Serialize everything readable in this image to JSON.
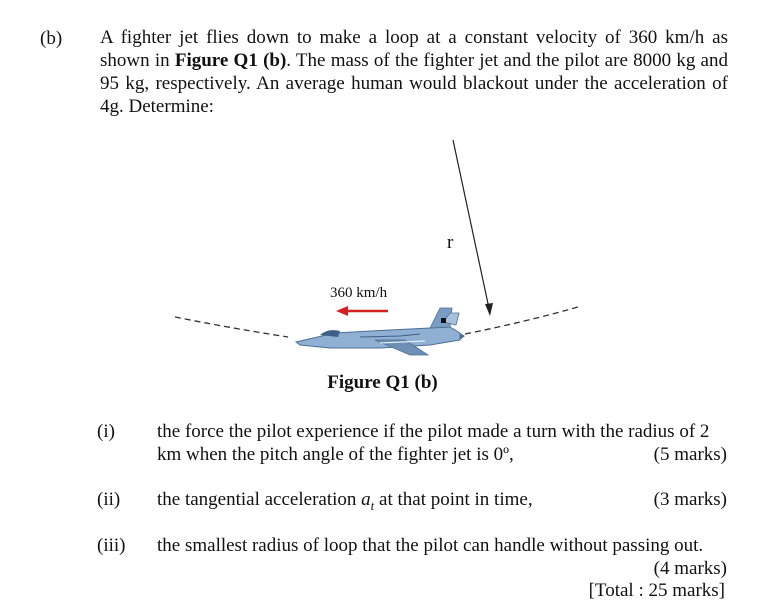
{
  "question": {
    "label": "(b)",
    "intro_part1": "A fighter jet flies down to make a loop at a constant velocity of 360 km/h as shown in ",
    "intro_figref": "Figure Q1 (b)",
    "intro_part2": ". The mass of the fighter jet and the pilot are 8000 kg and 95 kg, respectively. An average human would blackout under the acceleration of 4g. Determine:"
  },
  "figure": {
    "radius_label": "r",
    "velocity_label": "360 km/h",
    "caption": "Figure Q1 (b)",
    "arrow_color": "#d42020",
    "jet_color": "#7fa3c8"
  },
  "parts": [
    {
      "num": "(i)",
      "text": "the force the pilot experience if the pilot made a turn with the radius of 2 km when the pitch angle of the fighter jet is 0º,",
      "marks": "(5 marks)"
    },
    {
      "num": "(ii)",
      "text": "the tangential acceleration a",
      "subscript": "t",
      "text_after": " at that point in time,",
      "marks": "(3 marks)"
    },
    {
      "num": "(iii)",
      "text": "the smallest radius of loop that the pilot can handle without passing out.",
      "marks": "(4 marks)"
    }
  ],
  "total": "[Total : 25 marks]"
}
